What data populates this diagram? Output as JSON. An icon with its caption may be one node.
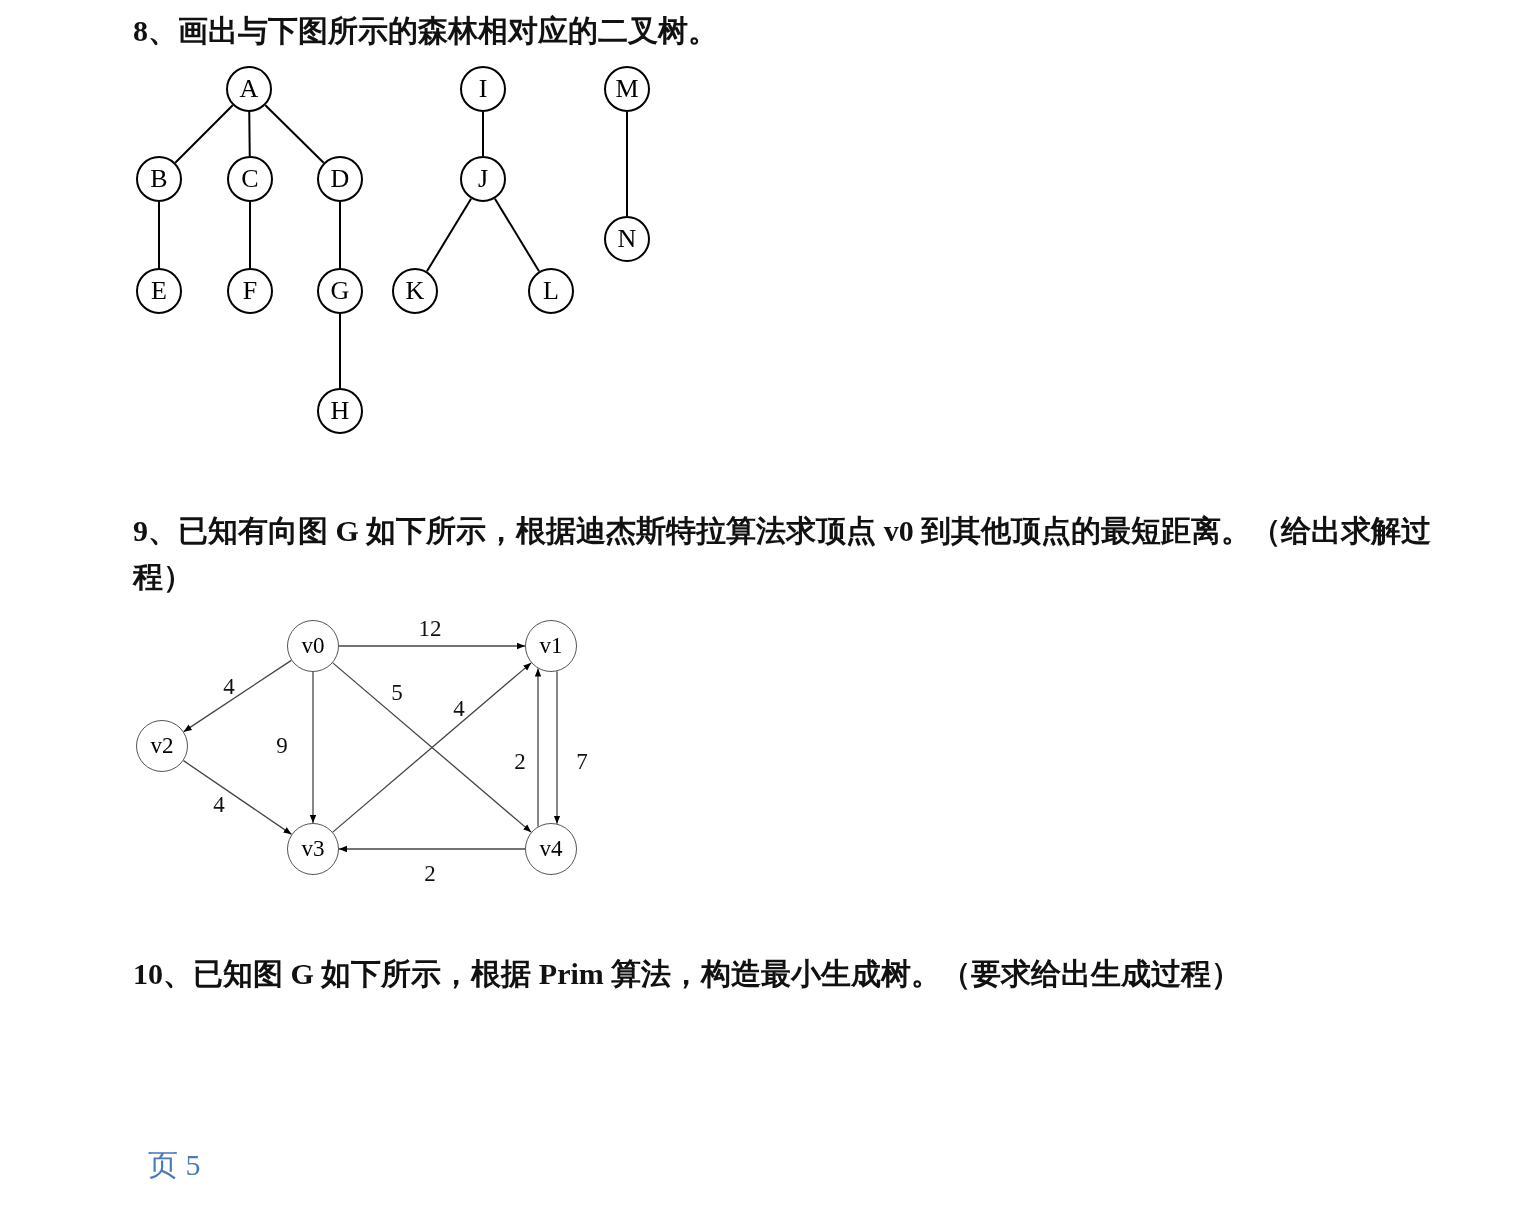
{
  "diagram": {
    "nodes": [
      {
        "text": [
          "A"
        ]
      },
      {
        "text": [
          "B"
        ]
      },
      {
        "text": [
          "C"
        ]
      },
      {
        "text": [
          "D"
        ]
      },
      {
        "text": [
          "E"
        ]
      },
      {
        "text": [
          "F"
        ]
      },
      {
        "text": [
          "G"
        ]
      },
      {
        "text": [
          "H"
        ]
      },
      {
        "text": [
          "I"
        ]
      },
      {
        "text": [
          "J"
        ]
      },
      {
        "text": [
          "K"
        ]
      },
      {
        "text": [
          "L"
        ]
      },
      {
        "text": [
          "M"
        ]
      },
      {
        "text": [
          "N"
        ]
      },
      {
        "text": [
          "v0"
        ]
      },
      {
        "text": [
          "v1"
        ]
      },
      {
        "text": [
          "v2"
        ]
      },
      {
        "text": [
          "v3"
        ]
      },
      {
        "text": [
          "v4"
        ]
      }
    ],
    "edges": [
      {
        "from": 0,
        "to": 1,
        "arrow": "none"
      },
      {
        "from": 0,
        "to": 2,
        "arrow": "none"
      },
      {
        "from": 0,
        "to": 3,
        "arrow": "none"
      },
      {
        "from": 1,
        "to": 4,
        "arrow": "none"
      },
      {
        "from": 2,
        "to": 5,
        "arrow": "none"
      },
      {
        "from": 3,
        "to": 6,
        "arrow": "none"
      },
      {
        "from": 6,
        "to": 7,
        "arrow": "none"
      },
      {
        "from": 8,
        "to": 9,
        "arrow": "none"
      },
      {
        "from": 9,
        "to": 10,
        "arrow": "none"
      },
      {
        "from": 9,
        "to": 11,
        "arrow": "none"
      },
      {
        "from": 12,
        "to": 13,
        "arrow": "none"
      },
      {
        "from": 14,
        "to": 15,
        "arrow": "to",
        "label": "12"
      },
      {
        "from": 14,
        "to": 16,
        "arrow": "to",
        "label": "4"
      },
      {
        "from": 14,
        "to": 17,
        "arrow": "to",
        "label": "9"
      },
      {
        "from": 14,
        "to": 18,
        "arrow": "to",
        "label": "5"
      },
      {
        "from": 17,
        "to": 15,
        "arrow": "to",
        "label": "4"
      },
      {
        "from": 18,
        "to": 15,
        "arrow": "to",
        "label": "2"
      },
      {
        "from": 15,
        "to": 18,
        "arrow": "to",
        "label": "7"
      },
      {
        "from": 16,
        "to": 17,
        "arrow": "to",
        "label": "4"
      },
      {
        "from": 18,
        "to": 17,
        "arrow": "to",
        "label": "2"
      }
    ],
    "labels": [
      "8、画出与下图所示的森林相对应的二叉树。",
      "9、已知有向图 G 如下所示，根据迪杰斯特拉算法求顶点 v0 到其他顶点的最短距离。（给出求解过程）",
      "10、已知图 G 如下所示，根据 Prim 算法，构造最小生成树。（要求给出生成过程）",
      "页 5"
    ]
  }
}
